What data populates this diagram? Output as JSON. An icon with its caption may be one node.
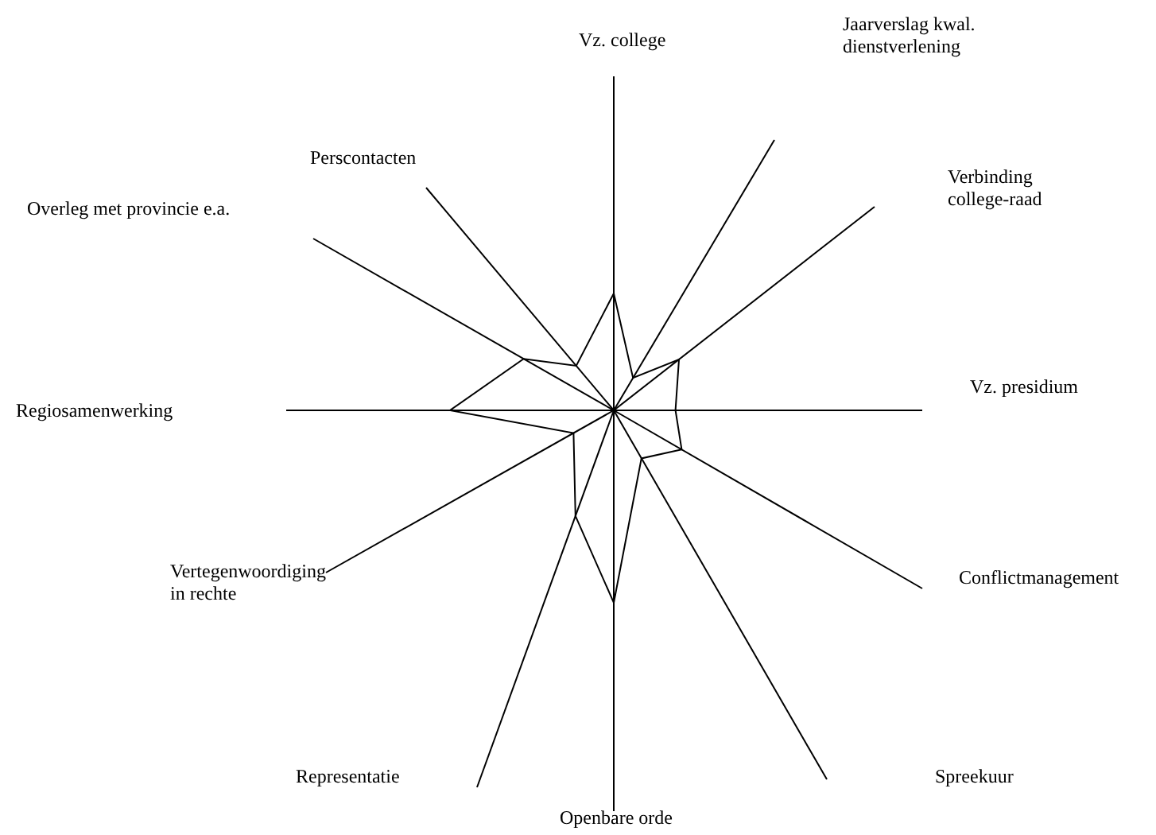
{
  "diagram": {
    "labels": [
      "Vz. college",
      "Jaarverslag kwal. dienstverlening",
      "Verbinding college-raad",
      "Vz. presidium",
      "Conflictmanagement",
      "Spreekuur",
      "Openbare orde",
      "Representatie",
      "Vertegenwoordiging in rechte",
      "Regiosamenwerking",
      "Overleg met provincie e.a.",
      "Perscontacten"
    ]
  }
}
